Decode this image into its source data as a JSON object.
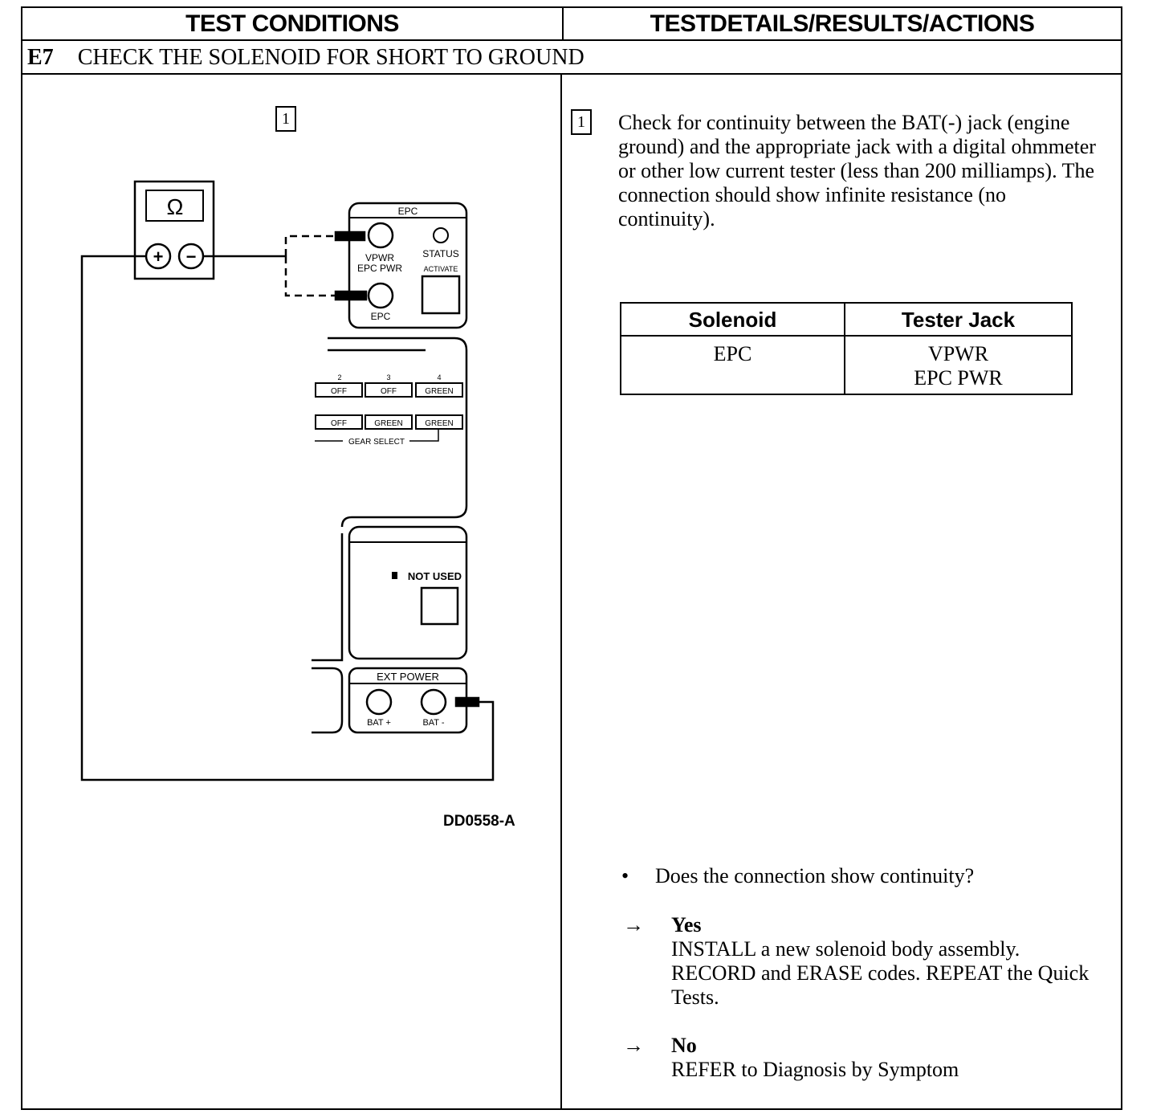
{
  "header": {
    "left_title": "TEST CONDITIONS",
    "right_title": "TESTDETAILS/RESULTS/ACTIONS"
  },
  "step": {
    "code": "E7",
    "title": "CHECK THE SOLENOID FOR SHORT TO GROUND"
  },
  "diagram": {
    "step_number": "1",
    "meter_symbol": "Ω",
    "meter_plus": "+",
    "meter_minus": "−",
    "epc_panel_title": "EPC",
    "vpwr_label_line1": "VPWR",
    "vpwr_label_line2": "EPC PWR",
    "status_label": "STATUS",
    "activate_label": "ACTIVATE",
    "epc_jack_label": "EPC",
    "gear_numbers": [
      "2",
      "3",
      "4"
    ],
    "gear_row1": [
      "OFF",
      "OFF",
      "GREEN"
    ],
    "gear_row2": [
      "OFF",
      "GREEN",
      "GREEN"
    ],
    "gear_select_label": "GEAR SELECT",
    "not_used_label": "NOT USED",
    "ext_power_title": "EXT POWER",
    "bat_plus_label": "BAT +",
    "bat_minus_label": "BAT -",
    "figure_id": "DD0558-A"
  },
  "details": {
    "step_number": "1",
    "instruction": "Check for continuity between the BAT(-) jack (engine ground) and the appropriate jack with a digital ohmmeter or other low current tester (less than 200 milliamps). The connection should show infinite resistance (no continuity).",
    "table": {
      "headers": [
        "Solenoid",
        "Tester Jack"
      ],
      "rows": [
        {
          "solenoid": "EPC",
          "jack_line1": "VPWR",
          "jack_line2": "EPC PWR"
        }
      ]
    },
    "question_bullet": "•",
    "question": "Does the connection show continuity?",
    "answers": [
      {
        "arrow": "→",
        "label": "Yes",
        "text": "INSTALL a new solenoid body assembly. RECORD and ERASE codes. REPEAT the Quick Tests."
      },
      {
        "arrow": "→",
        "label": "No",
        "text": "REFER to Diagnosis by Symptom"
      }
    ]
  }
}
